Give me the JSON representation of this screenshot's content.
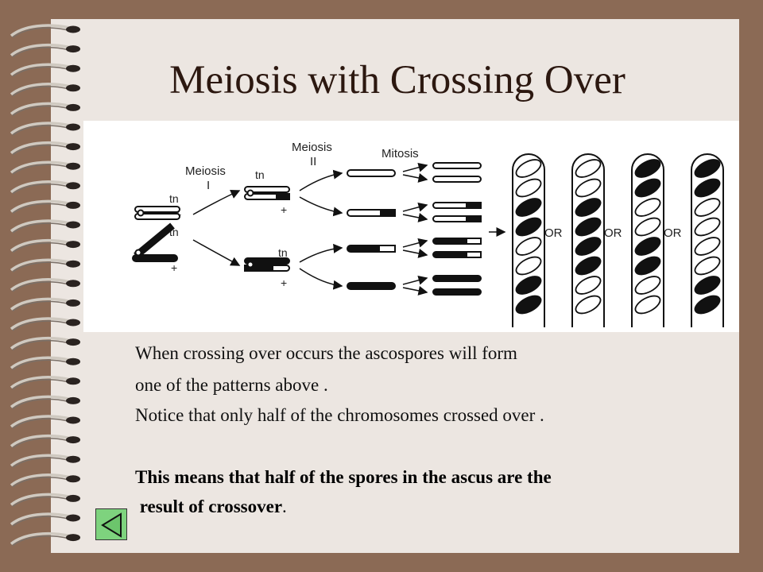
{
  "slide": {
    "title": "Meiosis with Crossing Over",
    "lines": [
      "When crossing over occurs the ascospores will form",
      "one of the patterns above .",
      "Notice that only half of the chromosomes crossed over ."
    ],
    "bold_lines": [
      "This means that half of the spores in the ascus are the",
      " result of crossover"
    ],
    "bold_end": "."
  },
  "diagram": {
    "meiosis1_label": [
      "Meiosis",
      "I"
    ],
    "meiosis2_label": [
      "Meiosis",
      "II"
    ],
    "mitosis_label": "Mitosis",
    "tn": "tn",
    "plus": "+",
    "or": "OR"
  },
  "controls": {
    "back_icon": "back-triangle-icon",
    "button_color": "#7ed37e"
  }
}
